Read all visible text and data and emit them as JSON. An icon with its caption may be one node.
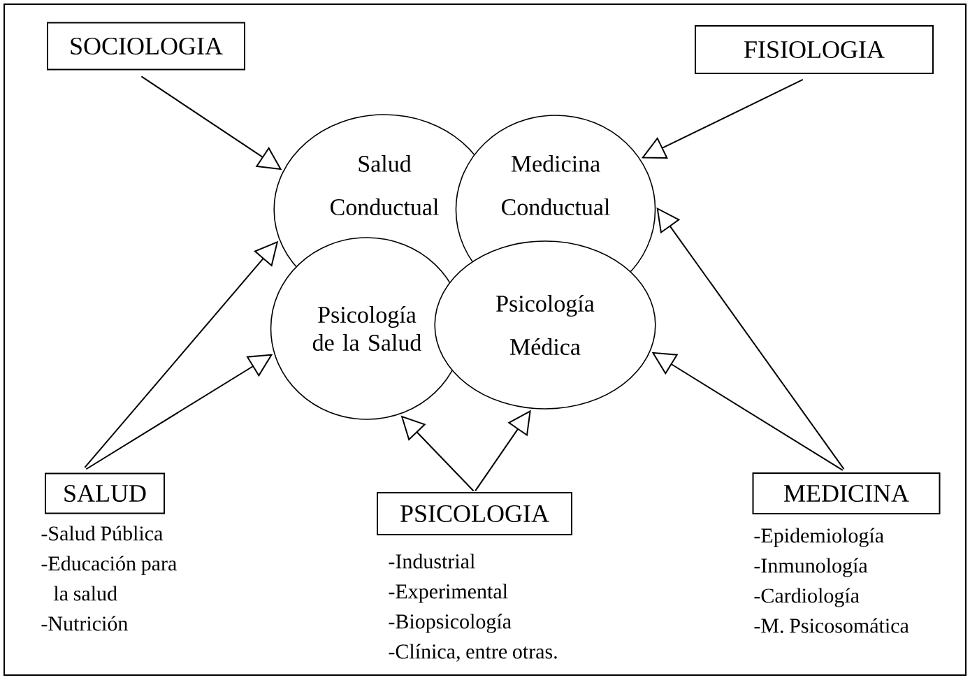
{
  "diagram": {
    "nodes": [
      {
        "text": [
          "SOCIOLOGIA"
        ]
      },
      {
        "text": [
          "FISIOLOGIA"
        ]
      },
      {
        "text": [
          "Salud Conductual"
        ]
      },
      {
        "text": [
          "Medicina Conductual"
        ]
      },
      {
        "text": [
          "Psicología de la Salud"
        ]
      },
      {
        "text": [
          "Psicología Médica"
        ]
      },
      {
        "text": [
          "SALUD"
        ],
        "beside": [
          "-Salud Pública",
          "-Educación para la salud",
          "-Nutrición"
        ]
      },
      {
        "text": [
          "PSICOLOGIA"
        ],
        "beside": [
          "-Industrial",
          "-Experimental",
          "-Biopsicología",
          "-Clínica, entre otras."
        ]
      },
      {
        "text": [
          "MEDICINA"
        ],
        "beside": [
          "-Epidemiología",
          "-Inmunología",
          "-Cardiología",
          "-M.  Psicosomática"
        ]
      }
    ],
    "edges": [
      {
        "from": 0,
        "to": 2,
        "arrow": "to"
      },
      {
        "from": 1,
        "to": 3,
        "arrow": "to"
      },
      {
        "from": 6,
        "to": 2,
        "arrow": "to"
      },
      {
        "from": 6,
        "to": 4,
        "arrow": "to"
      },
      {
        "from": 7,
        "to": 4,
        "arrow": "to"
      },
      {
        "from": 7,
        "to": 5,
        "arrow": "to"
      },
      {
        "from": 8,
        "to": 3,
        "arrow": "to"
      },
      {
        "from": 8,
        "to": 5,
        "arrow": "to"
      }
    ]
  }
}
